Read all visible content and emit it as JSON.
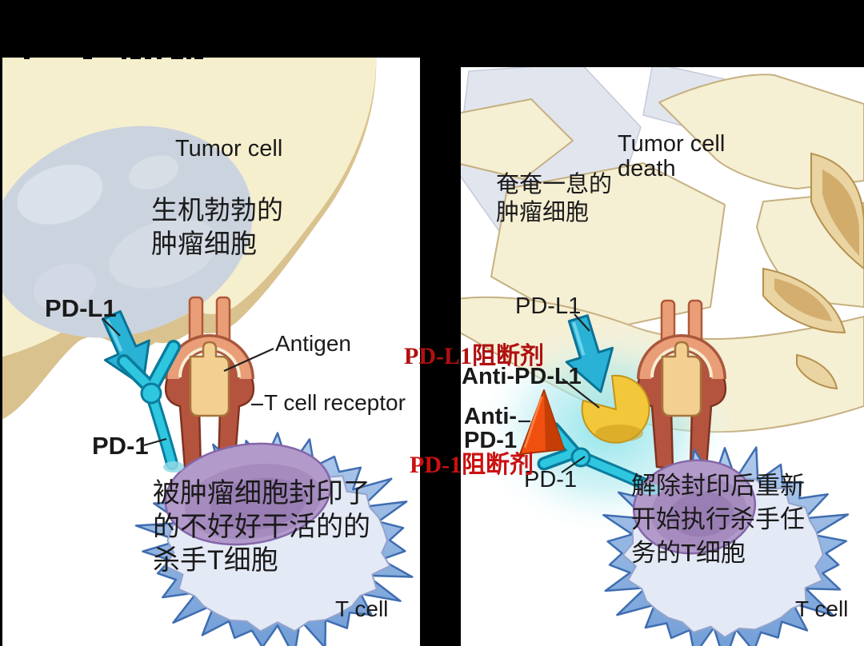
{
  "figure": {
    "left_panel": {
      "tumor_label": "Tumor cell",
      "tumor_state_cn": [
        "生机勃勃的",
        "肿瘤细胞"
      ],
      "pdl1_label": "PD-L1",
      "antigen_label": "Antigen",
      "tcr_label": "T cell receptor",
      "pd1_label": "PD-1",
      "tcell_state_cn": [
        "被肿瘤细胞封印了",
        "的不好好干活的的",
        "杀手T细胞"
      ],
      "tcell_label": "T cell"
    },
    "blockers": {
      "pdl1_blocker_cn": "PD-L1阻断剂",
      "pd1_blocker_cn": "PD-1阻断剂"
    },
    "right_panel": {
      "death_label": [
        "Tumor cell",
        "death"
      ],
      "tumor_state_cn": [
        "奄奄一息的",
        "肿瘤细胞"
      ],
      "pdl1_label": "PD-L1",
      "anti_pdl1_label": "Anti-PD-L1",
      "anti_pd1_label": [
        "Anti-",
        "PD-1"
      ],
      "pd1_label": "PD-1",
      "tcell_state_cn": [
        "解除封印后重新",
        "开始执行杀手任",
        "务的T细胞"
      ],
      "tcell_label": "T cell"
    },
    "colors": {
      "background": "#000000",
      "panel": "#ffffff",
      "tumor_body": "#f6efce",
      "tumor_shadow": "#d9c28d",
      "tumor_nucleus": "#cbd3de",
      "pd_cyan": "#29b2d6",
      "pd_cyan_dark": "#0a7396",
      "tcr_salmon": "#ea9e78",
      "tcr_red": "#b5543e",
      "antigen_tan": "#f4cf92",
      "anti_pdl1_yellow": "#f2c83a",
      "anti_pd1_orange": "#f0500f",
      "tcell_blue": "#7fa9dc",
      "tcell_body": "#e4e9f6",
      "tcell_nucleus": "#b29aca",
      "glow_cyan": "#8ae4ea",
      "blocker_dark_red": "#b01111",
      "blocker_red": "#cb1111",
      "label_black": "#1a1a1a"
    }
  }
}
